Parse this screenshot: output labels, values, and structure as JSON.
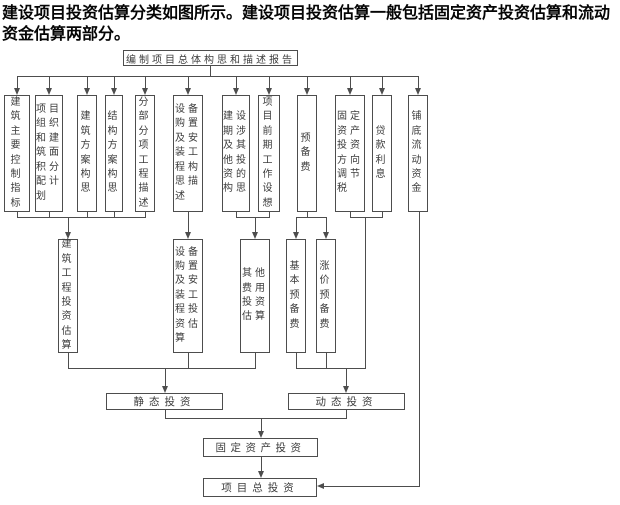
{
  "intro": "建设项目投资估算分类如图所示。建设项目投资估算一般包括固定资产投资估算和流动资金估算两部分。",
  "root": {
    "text": "编制项目总体构思和描述报告"
  },
  "tier1": [
    {
      "text": "建筑主要控制指标"
    },
    {
      "text": "项目组织和建筑面积分配计划"
    },
    {
      "text": "建筑方案构思"
    },
    {
      "text": "结构方案构思"
    },
    {
      "text": "分部分项工程描述"
    },
    {
      "text": "设备购置及安装工程构思描述"
    },
    {
      "text": "建设期涉及其他投资的构思"
    },
    {
      "text": "项目前期工作设想"
    },
    {
      "text": "预备费"
    },
    {
      "text": "固定资产投资方向调节税"
    },
    {
      "text": "贷款利息"
    },
    {
      "text": "铺底流动资金"
    }
  ],
  "tier2": [
    {
      "text": "建筑工程投资估算"
    },
    {
      "text": "设备购置及安装工程投资估算"
    },
    {
      "text": "其他费用投资估算"
    },
    {
      "text": "基本预备费"
    },
    {
      "text": "涨价预备费"
    }
  ],
  "summary": {
    "static_label": "静态投资",
    "dynamic_label": "动态投资",
    "fixed_label": "固定资产投资",
    "total_label": "项目总投资"
  },
  "colors": {
    "line": "#4d4d4d",
    "text": "#3c3c3c",
    "background": "#ffffff"
  }
}
